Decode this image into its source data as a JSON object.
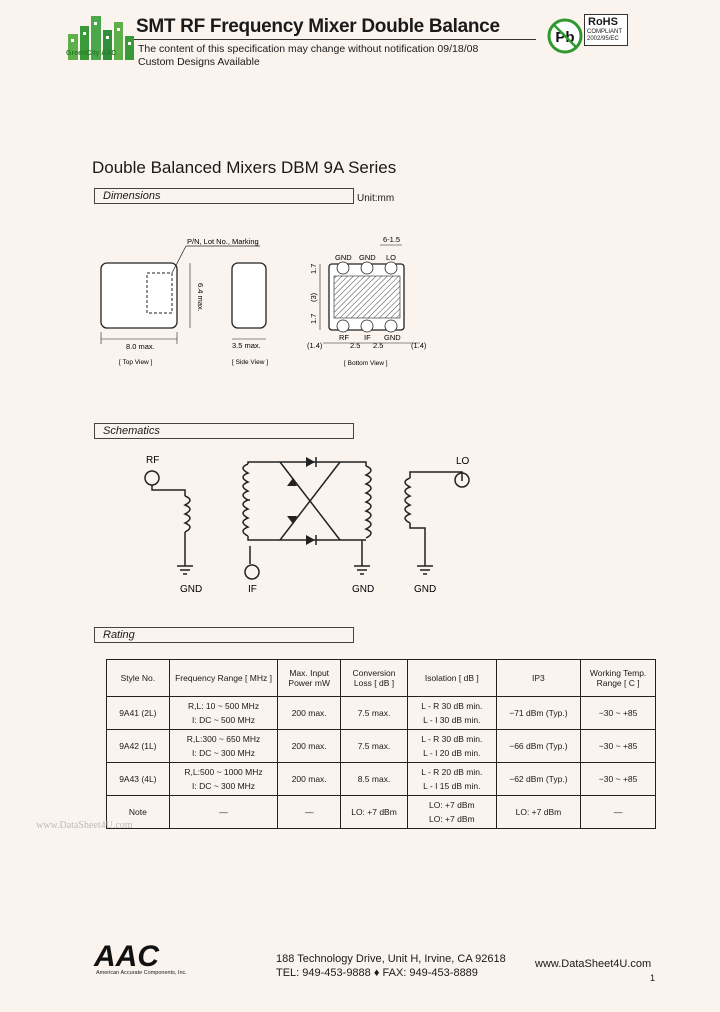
{
  "header": {
    "title": "SMT RF Frequency Mixer Double Balance",
    "notice_line1": "The content of this specification may change without notification 09/18/08",
    "notice_line2": "Custom Designs Available",
    "logo_text": "GreenCity AAC",
    "pb_label": "Pb",
    "rohs_label": "RoHS",
    "rohs_line1": "COMPLIANT",
    "rohs_line2": "2002/95/EC"
  },
  "series_title": "Double Balanced Mixers DBM 9A Series",
  "sections": {
    "dimensions": "Dimensions",
    "schematics": "Schematics",
    "rating": "Rating"
  },
  "unit": "Unit:mm",
  "dimensions": {
    "marking": "P/N, Lot No., Marking",
    "height": "6.4 max.",
    "width": "8.0 max.",
    "top_view": "[ Top View ]",
    "side_depth": "3.5 max.",
    "side_view": "[ Side View ]",
    "pitch": "6-1.5",
    "pins_top": [
      "GND",
      "GND",
      "LO"
    ],
    "pins_bottom": [
      "RF",
      "IF",
      "GND"
    ],
    "dim_17": "1.7",
    "dim_3": "(3)",
    "dim_14": "(1.4)",
    "dim_25": "2.5",
    "bottom_view": "[ Bottom View ]"
  },
  "schematic": {
    "rf": "RF",
    "lo": "LO",
    "if": "IF",
    "gnd": "GND"
  },
  "rating": {
    "headers": [
      "Style No.",
      "Frequency Range [ MHz ]",
      "Max. Input Power mW",
      "Conversion Loss [ dB ]",
      "Isolation [ dB ]",
      "IP3",
      "Working Temp. Range [ C ]"
    ],
    "rows": [
      {
        "style": "9A41 (2L)",
        "freq1": "R,L: 10 ~ 500 MHz",
        "freq2": "I: DC ~ 500 MHz",
        "power": "200 max.",
        "loss": "7.5 max.",
        "iso1": "L - R 30 dB min.",
        "iso2": "L - I 30 dB min.",
        "ip3": "−71 dBm (Typ.)",
        "temp": "−30 ~ +85"
      },
      {
        "style": "9A42 (1L)",
        "freq1": "R,L:300 ~ 650 MHz",
        "freq2": "I: DC ~ 300 MHz",
        "power": "200 max.",
        "loss": "7.5 max.",
        "iso1": "L - R 30 dB min.",
        "iso2": "L - I 20 dB min.",
        "ip3": "−66 dBm (Typ.)",
        "temp": "−30 ~ +85"
      },
      {
        "style": "9A43 (4L)",
        "freq1": "R,L:500 ~ 1000 MHz",
        "freq2": "I: DC ~ 300 MHz",
        "power": "200 max.",
        "loss": "8.5 max.",
        "iso1": "L - R 20 dB min.",
        "iso2": "L - I 15 dB min.",
        "ip3": "−62 dBm (Typ.)",
        "temp": "−30 ~ +85"
      }
    ],
    "note": {
      "style": "Note",
      "freq": "—",
      "power": "—",
      "loss": "LO: +7 dBm",
      "iso1": "LO: +7 dBm",
      "iso2": "LO: +7 dBm",
      "ip3": "LO: +7 dBm",
      "temp": "—"
    }
  },
  "watermark": "www.DataSheet4U.com",
  "footer": {
    "brand": "AAC",
    "brand_sub": "American Accurate Components, Inc.",
    "address": "188 Technology Drive, Unit H, Irvine, CA 92618",
    "phone": "TEL: 949-453-9888 ♦ FAX: 949-453-8889",
    "website": "www.DataSheet4U.com",
    "page": "1"
  },
  "colors": {
    "background": "#fbf3ee",
    "logo_green": "#3a9a3a",
    "pb_green": "#2e9a2e"
  }
}
